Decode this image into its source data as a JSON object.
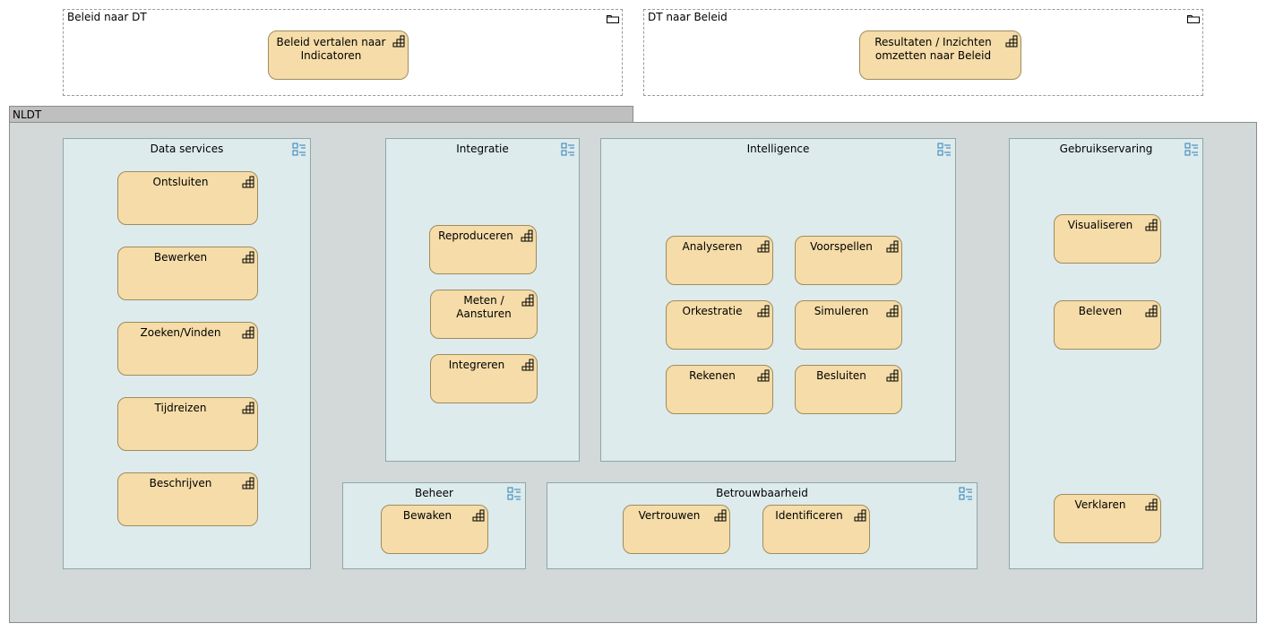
{
  "groupings": [
    {
      "label": "Beleid naar DT",
      "icon": "folder-icon"
    },
    {
      "label": "DT naar Beleid",
      "icon": "folder-icon"
    }
  ],
  "policy_functions": [
    {
      "label": "Beleid vertalen naar Indicatoren",
      "icon": "function-icon"
    },
    {
      "label": "Resultaten / Inzichten omzetten naar Beleid",
      "icon": "function-icon"
    }
  ],
  "nldt": {
    "label": "NLDT"
  },
  "capabilities": {
    "data_services": {
      "title": "Data services",
      "items": [
        "Ontsluiten",
        "Bewerken",
        "Zoeken/Vinden",
        "Tijdreizen",
        "Beschrijven"
      ]
    },
    "integratie": {
      "title": "Integratie",
      "items": [
        "Reproduceren",
        "Meten / Aansturen",
        "Integreren"
      ]
    },
    "intelligence": {
      "title": "Intelligence",
      "items": [
        "Analyseren",
        "Voorspellen",
        "Orkestratie",
        "Simuleren",
        "Rekenen",
        "Besluiten"
      ]
    },
    "gebruikservaring": {
      "title": "Gebruikservaring",
      "items": [
        "Visualiseren",
        "Beleven",
        "Verklaren"
      ]
    },
    "beheer": {
      "title": "Beheer",
      "items": [
        "Bewaken"
      ]
    },
    "betrouwbaarheid": {
      "title": "Betrouwbaarheid",
      "items": [
        "Vertrouwen",
        "Identificeren"
      ]
    }
  },
  "colors": {
    "function_fill": "#f5dca8",
    "capability_fill": "#ddebec",
    "nldt_fill": "#d3d8d8",
    "icon_blue": "#2a7fb8"
  }
}
